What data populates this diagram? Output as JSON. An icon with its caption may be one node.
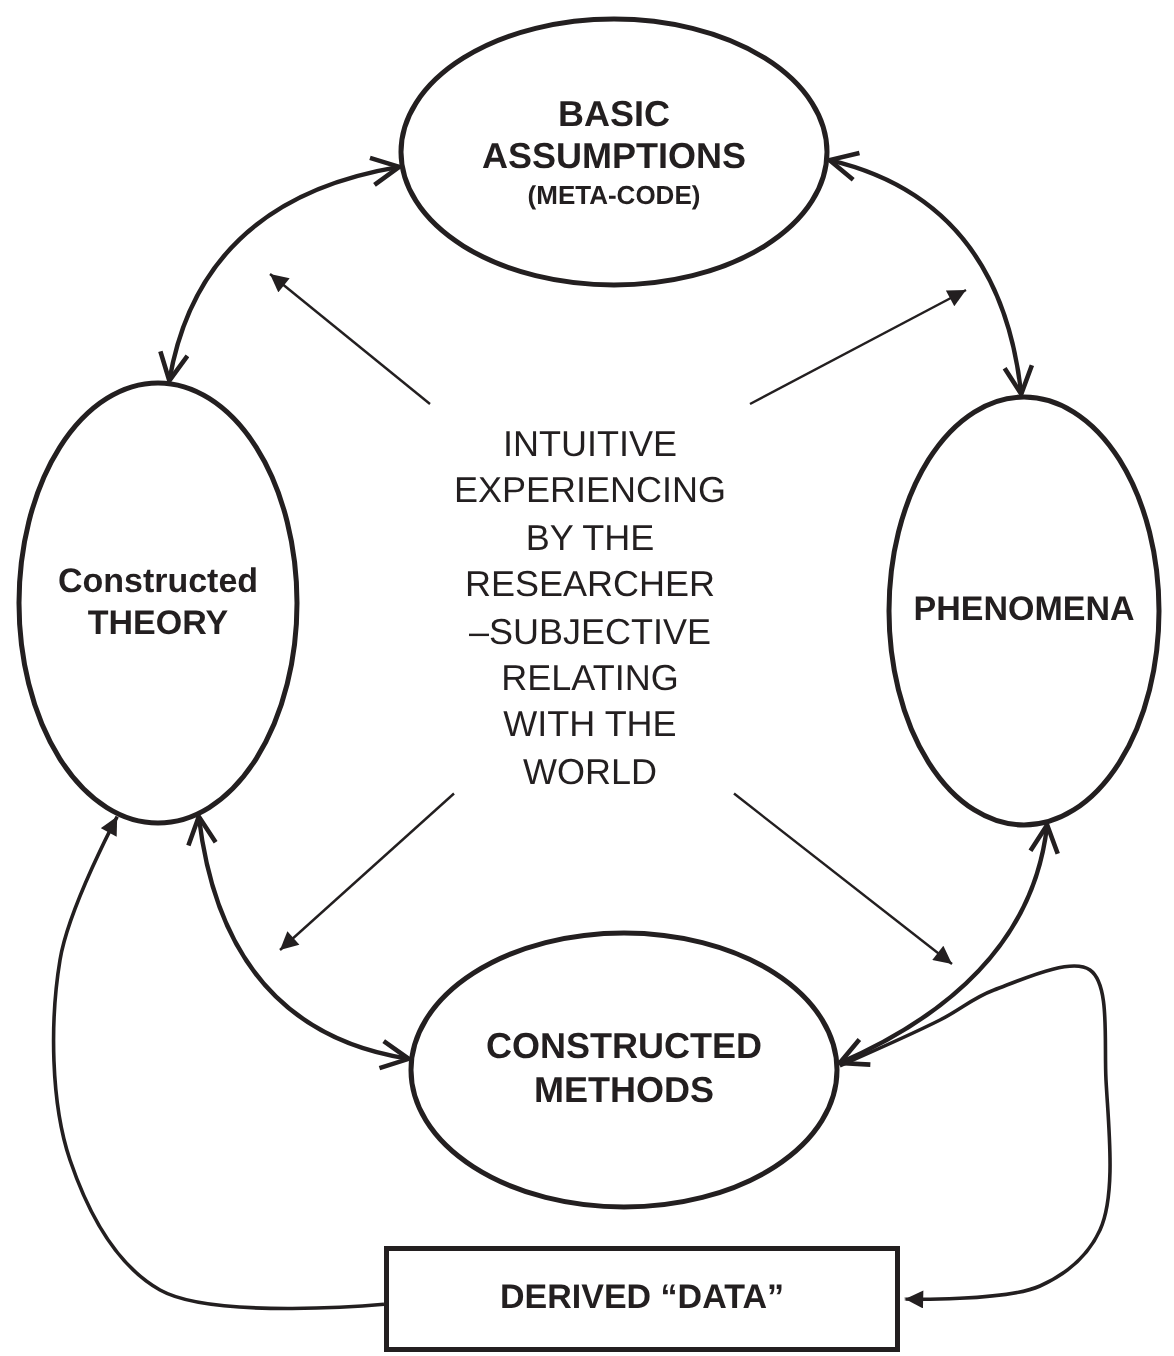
{
  "diagram": {
    "nodes": [
      {
        "text": [
          "BASIC ASSUMPTIONS",
          "(META-CODE)"
        ]
      },
      {
        "text": [
          "Constructed THEORY"
        ]
      },
      {
        "text": [
          "INTUITIVE EXPERIENCING BY THE RESEARCHER –SUBJECTIVE RELATING WITH THE WORLD"
        ]
      },
      {
        "text": [
          "PHENOMENA"
        ]
      },
      {
        "text": [
          "CONSTRUCTED METHODS"
        ]
      },
      {
        "text": [
          "DERIVED “DATA”"
        ]
      }
    ],
    "edges": [
      {
        "from": 0,
        "to": 1,
        "arrow": "both"
      },
      {
        "from": 0,
        "to": 3,
        "arrow": "both"
      },
      {
        "from": 1,
        "to": 4,
        "arrow": "both"
      },
      {
        "from": 3,
        "to": 4,
        "arrow": "both"
      },
      {
        "from": 2,
        "to": null,
        "arrow": "to"
      },
      {
        "from": 2,
        "to": null,
        "arrow": "to"
      },
      {
        "from": 2,
        "to": null,
        "arrow": "to"
      },
      {
        "from": 2,
        "to": null,
        "arrow": "to"
      },
      {
        "from": 4,
        "to": 5,
        "arrow": "to"
      },
      {
        "from": 5,
        "to": 1,
        "arrow": "to"
      }
    ]
  }
}
